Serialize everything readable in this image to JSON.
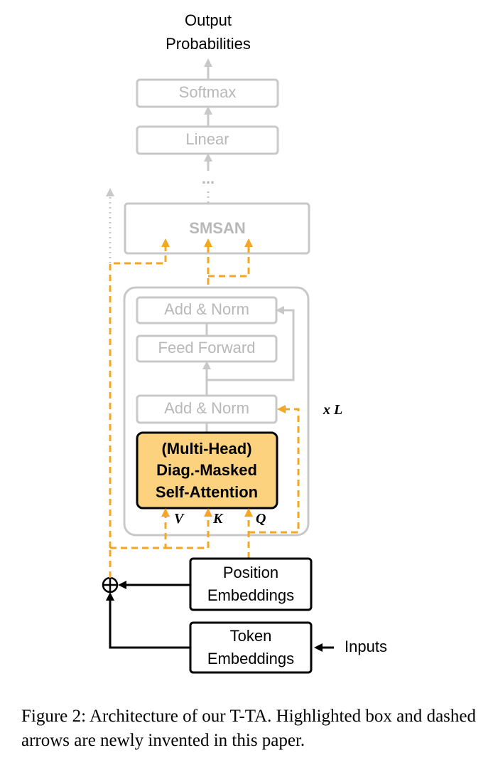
{
  "diagram": {
    "output_label_line1": "Output",
    "output_label_line2": "Probabilities",
    "softmax": "Softmax",
    "linear": "Linear",
    "ellipsis": "...",
    "smsan": "SMSAN",
    "add_norm_top": "Add & Norm",
    "feed_forward": "Feed Forward",
    "add_norm_bottom": "Add & Norm",
    "attention_line1": "(Multi-Head)",
    "attention_line2": "Diag.-Masked",
    "attention_line3": "Self-Attention",
    "v_label": "V",
    "k_label": "K",
    "q_label": "Q",
    "repeat_label": "x L",
    "position_line1": "Position",
    "position_line2": "Embeddings",
    "token_line1": "Token",
    "token_line2": "Embeddings",
    "inputs": "Inputs",
    "plus_symbol": "⊕"
  },
  "colors": {
    "grey": "#c8c8c8",
    "orange": "#f5a623",
    "highlight_fill": "#fcd27f",
    "black": "#000000"
  },
  "caption": "Figure 2: Architecture of our T-TA. Highlighted box and dashed arrows are newly invented in this paper."
}
